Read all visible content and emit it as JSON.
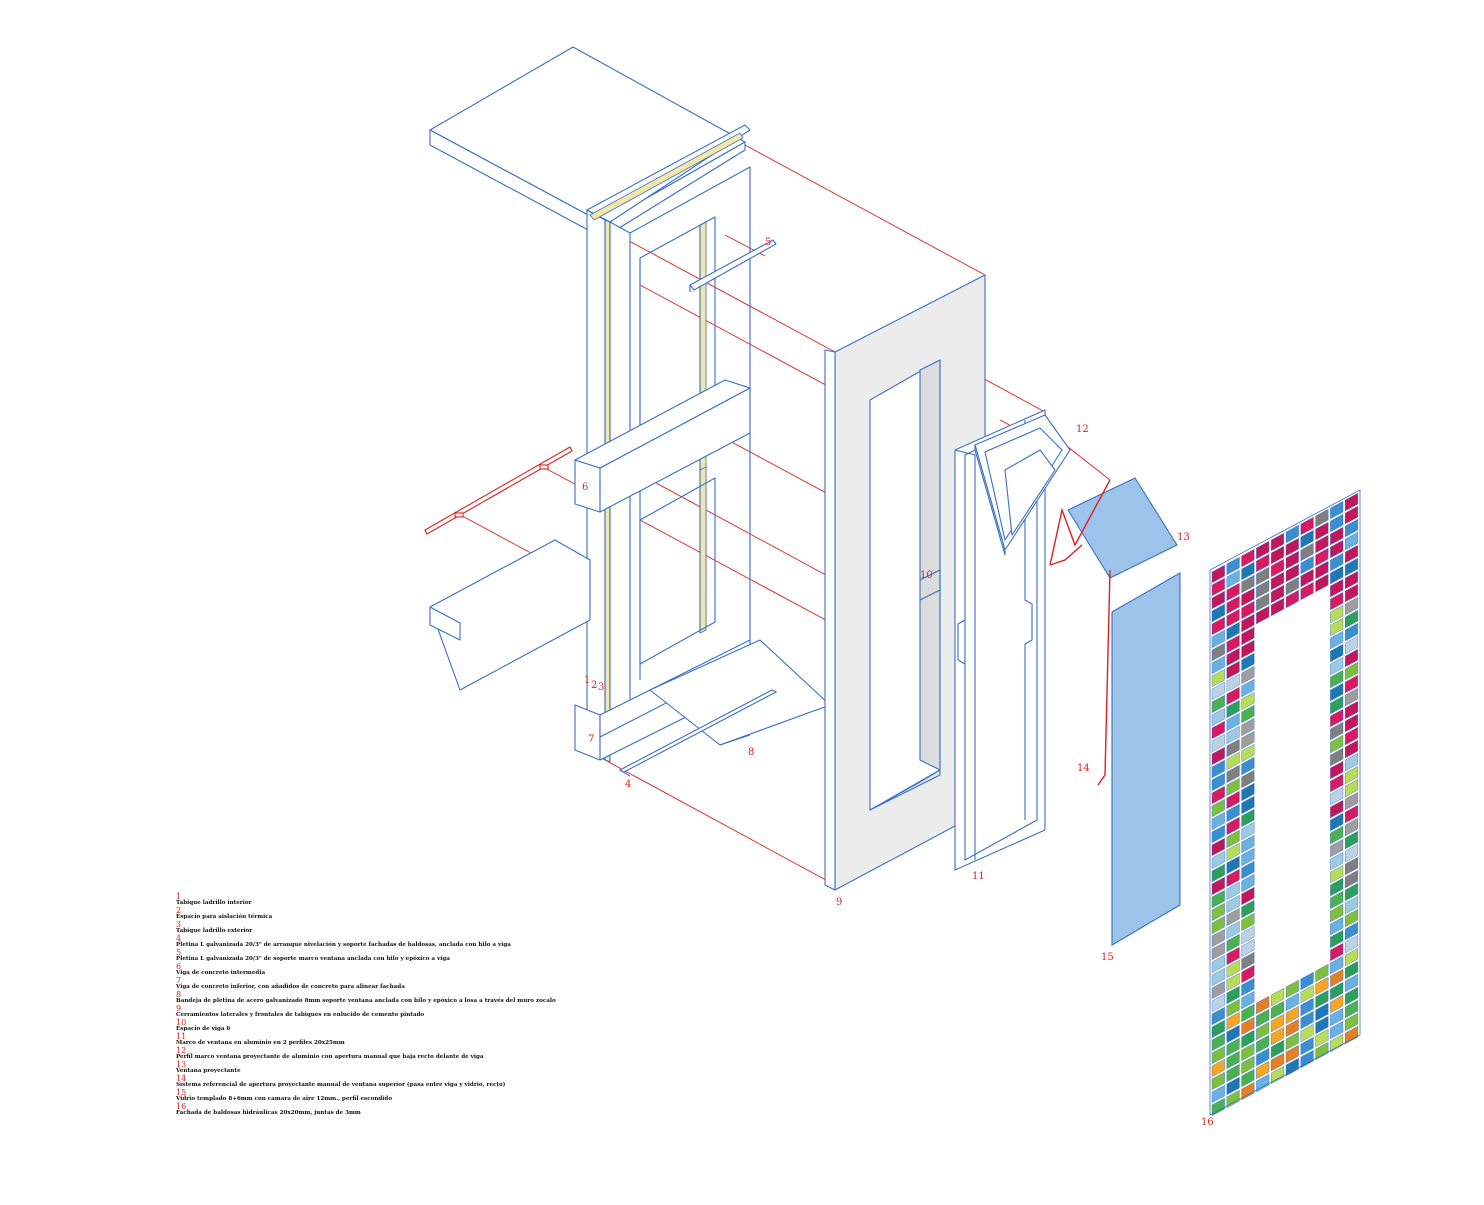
{
  "colors": {
    "line": "#3a6fc4",
    "construction": "#e02020",
    "insulation": "#f2e7a6",
    "panel_fill": "#ececec",
    "glass": "#9cc3ea",
    "tiles": [
      "#d81b60",
      "#c2185b",
      "#3b8fce",
      "#1f77b4",
      "#6ab0e0",
      "#9ecae1",
      "#7fbf3f",
      "#4caf50",
      "#2e9e5b",
      "#b8dc5a",
      "#f5a623",
      "#e67e22",
      "#7f7f7f",
      "#9e9e9e",
      "#bcd3e6"
    ]
  },
  "callouts": [
    "1",
    "2",
    "3",
    "4",
    "5",
    "6",
    "7",
    "8",
    "9",
    "10",
    "11",
    "12",
    "13",
    "14",
    "15",
    "16"
  ],
  "legend": [
    {
      "num": "1",
      "text": "Tabique ladrillo interior"
    },
    {
      "num": "2",
      "text": "Espacio para aislación térmica"
    },
    {
      "num": "3",
      "text": "Tabique ladrillo exterior"
    },
    {
      "num": "4",
      "text": "Pletina L galvanizada 20/3\" de arranque nivelación y soporte fachadas de baldosas, anclada con hilo a viga"
    },
    {
      "num": "5",
      "text": "Pletina L galvanizada 20/3\" de soporte marco ventana anclada con hilo y epóxico a viga"
    },
    {
      "num": "6",
      "text": "Viga de concreto intermedia"
    },
    {
      "num": "7",
      "text": "Viga de concreto inferior, con añadidos de concreto para alinear fachada"
    },
    {
      "num": "8",
      "text": "Bandeja de pletina de acero galvanizado 8mm soporte ventana anclada con hilo y epóxico a losa a través del muro zocalo"
    },
    {
      "num": "9",
      "text": "Cerramientos laterales y frontales de tabiques en enlucido de cemento pintado"
    },
    {
      "num": "10",
      "text": "Espacio de viga 6"
    },
    {
      "num": "11",
      "text": "Marco de ventana en aluminio en 2 perfiles 20x25mm"
    },
    {
      "num": "12",
      "text": "Perfil marco ventana proyectante de aluminio con apertura manual que baja recto delante de viga"
    },
    {
      "num": "13",
      "text": "Ventana proyectante"
    },
    {
      "num": "14",
      "text": "Sistema referencial de apertura proyectante manual de ventana superior (pasa entre viga y vidrio, recto)"
    },
    {
      "num": "15",
      "text": "Vidrio templado 8+6mm con camara de aire 12mm., perfil escondido"
    },
    {
      "num": "16",
      "text": "Fachada de baldosas hidráulicas 20x20mm, juntas de 3mm"
    }
  ]
}
